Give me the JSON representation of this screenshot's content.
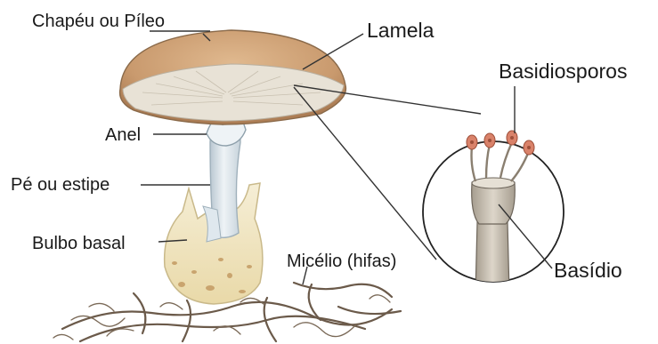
{
  "diagram": {
    "labels": {
      "cap": "Chapéu ou Píleo",
      "gill": "Lamela",
      "ring": "Anel",
      "stalk": "Pé ou estipe",
      "bulb": "Bulbo basal",
      "mycelium": "Micélio (hifas)",
      "basidiospores": "Basidiosporos",
      "basidium": "Basídio"
    },
    "colors": {
      "cap_top": "#c99a6e",
      "cap_underside": "#e8e2d6",
      "stalk": "#dfe8ee",
      "volva": "#f1e6c4",
      "hyphae": "#6b5a4a",
      "spores": "#d9826a",
      "basidium": "#c8c1b4"
    }
  }
}
